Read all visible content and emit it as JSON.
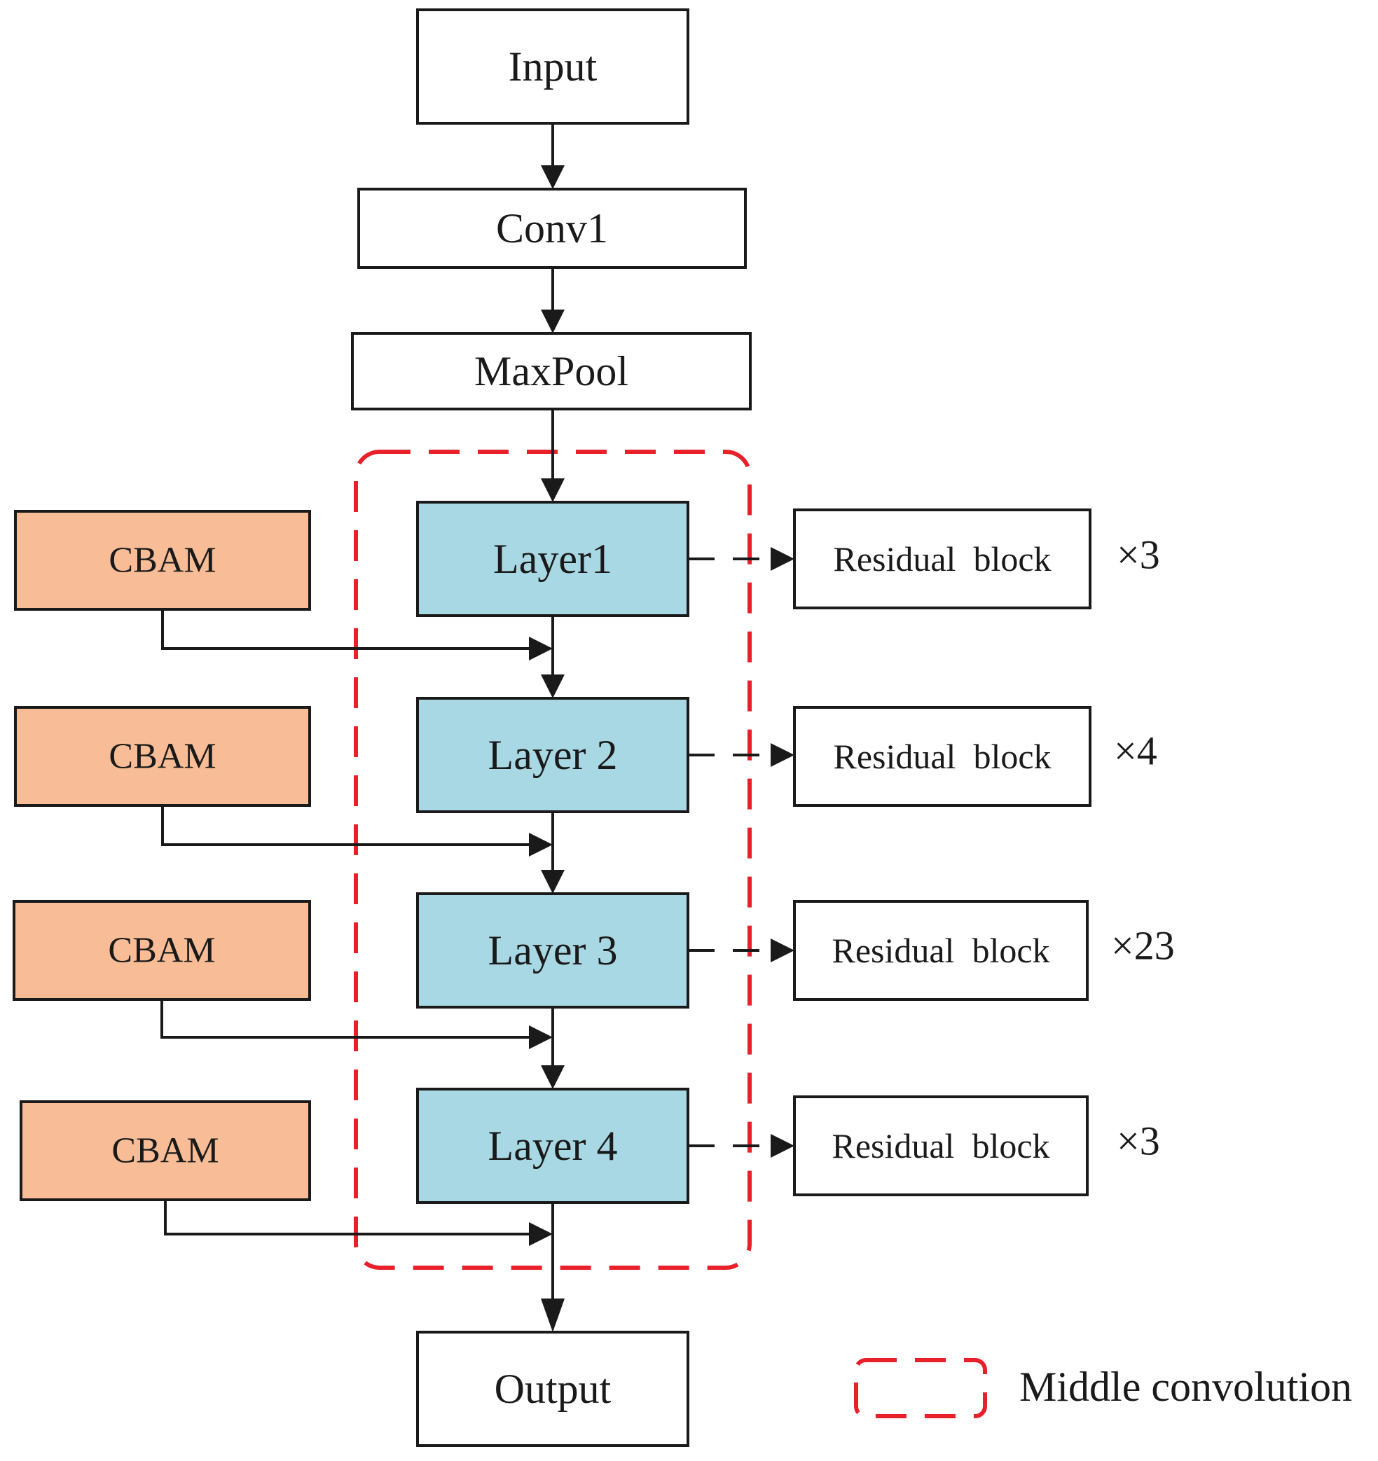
{
  "colors": {
    "cbam_fill": "#f8bd96",
    "layer_fill": "#a8d8e3",
    "plain_fill": "#ffffff",
    "stroke": "#1a1a1a",
    "group_dash": "#e8202a"
  },
  "nodes": {
    "input": "Input",
    "conv1": "Conv1",
    "maxpool": "MaxPool",
    "layers": [
      "Layer1",
      "Layer 2",
      "Layer 3",
      "Layer 4"
    ],
    "output": "Output"
  },
  "cbam": [
    "CBAM",
    "CBAM",
    "CBAM",
    "CBAM"
  ],
  "residual": {
    "label": "Residual  block",
    "multipliers": [
      "×3",
      "×4",
      "×23",
      "×3"
    ]
  },
  "legend": {
    "label": "Middle convolution"
  }
}
